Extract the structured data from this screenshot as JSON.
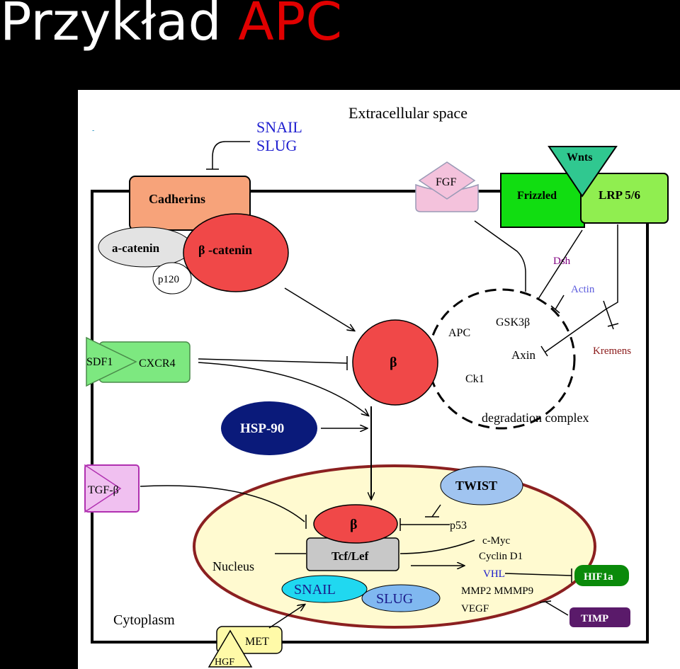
{
  "title": {
    "prefix": "Przykład",
    "highlight": "APC"
  },
  "colors": {
    "title_text": "#ffffff",
    "title_highlight": "#e00000",
    "background": "#000000"
  },
  "diagram": {
    "extracellular": "Extracellular space",
    "cytoplasm": "Cytoplasm",
    "nucleus": "Nucleus",
    "snail_top": "SNAIL",
    "slug_top": "SLUG",
    "cadherins": "Cadherins",
    "a_catenin": "a-catenin",
    "b_catenin": "β -catenin",
    "p120": "p120",
    "fgf": "FGF",
    "frizzled": "Frizzled",
    "wnts": "Wnts",
    "lrp": "LRP 5/6",
    "dsh": "Dsh",
    "actin": "Actin",
    "kremens": "Kremens",
    "beta_center": "β",
    "apc": "APC",
    "gsk3b": "GSK3β",
    "axin": "Axin",
    "ck1": "Ck1",
    "degradation": "degradation complex",
    "sdf1": "SDF1",
    "cxcr4": "CXCR4",
    "hsp90": "HSP-90",
    "tgf": "TGF-β",
    "twist": "TWIST",
    "beta_nucleus": "β",
    "p53": "p53",
    "tcf": "Tcf/Lef",
    "cmyc": "c-Myc",
    "cyclin": "Cyclin D1",
    "vhl": "VHL",
    "hif": "HIF1a",
    "mmp": "MMP2 MMMP9",
    "vegf": "VEGF",
    "timp": "TIMP",
    "snail_nuc": "SNAIL",
    "slug_nuc": "SLUG",
    "met": "MET",
    "hgf": "HGF"
  }
}
